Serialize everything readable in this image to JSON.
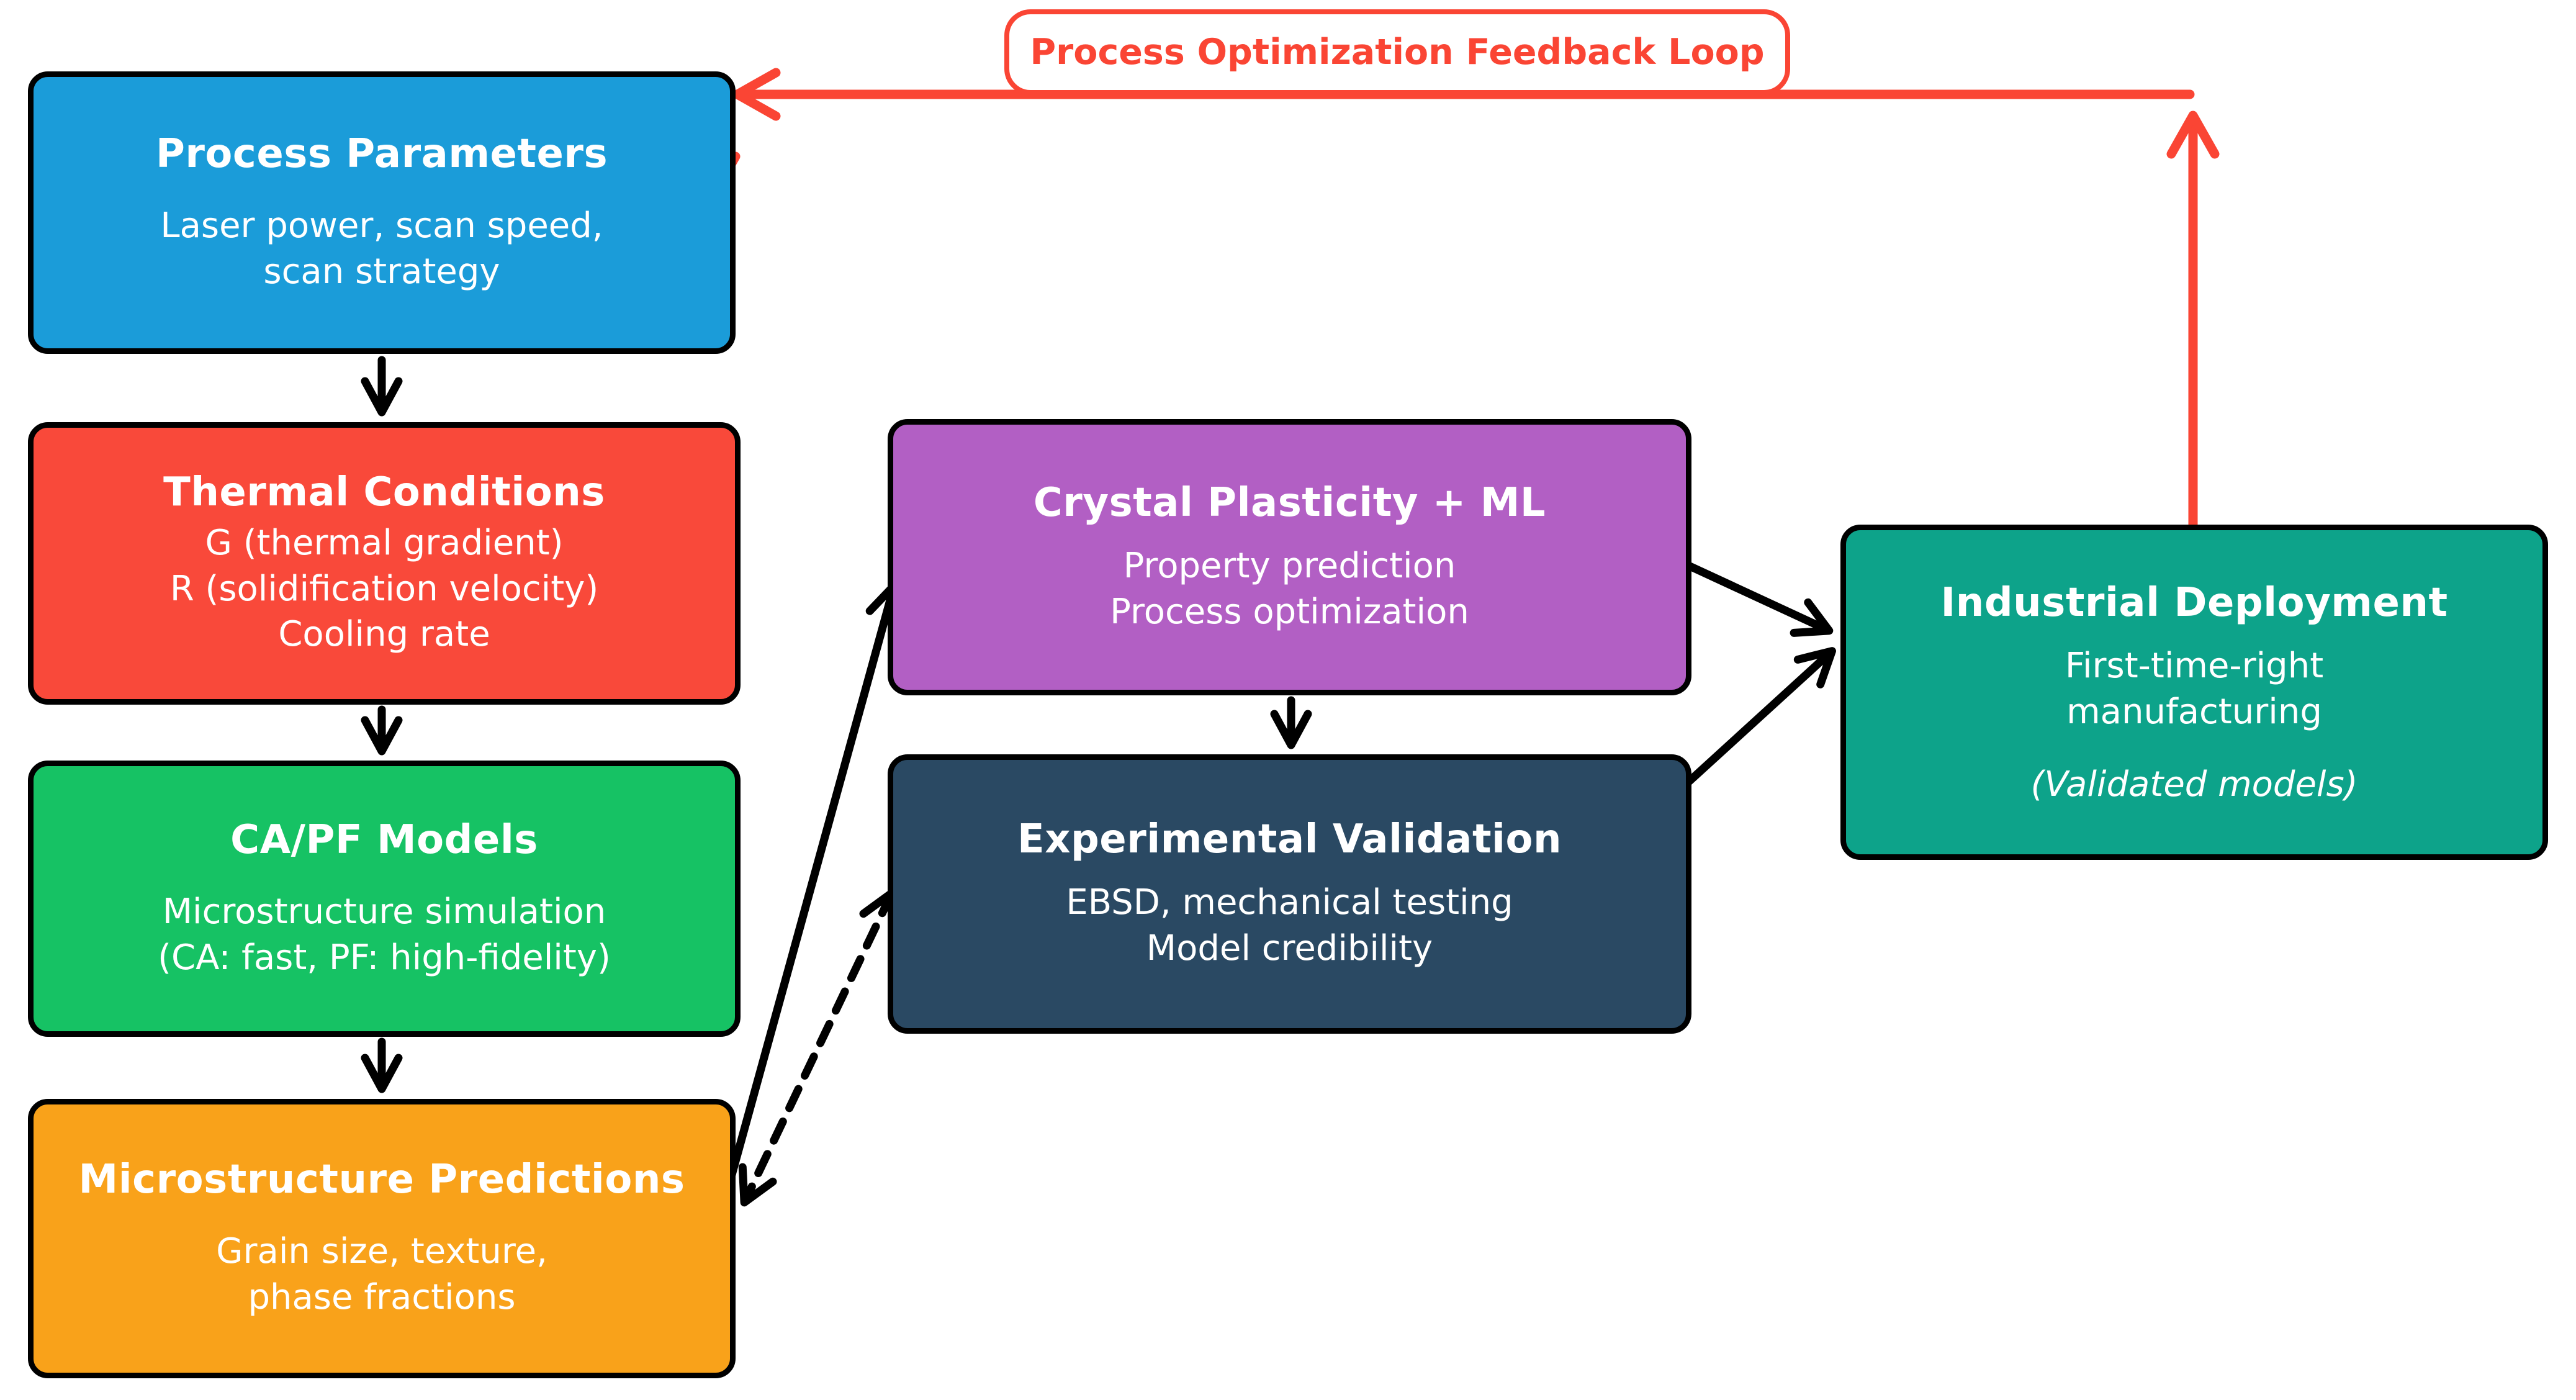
{
  "feedback": {
    "label": "Process Optimization Feedback Loop",
    "color": "#FA4534"
  },
  "boxes": {
    "process_parameters": {
      "title": "Process Parameters",
      "lines": [
        "Laser power, scan speed,",
        "scan strategy"
      ],
      "color": "#1B9CD9"
    },
    "thermal_conditions": {
      "title": "Thermal Conditions",
      "lines": [
        "G (thermal gradient)",
        "R (solidification velocity)",
        "Cooling rate"
      ],
      "color": "#F9493A"
    },
    "ca_pf_models": {
      "title": "CA/PF Models",
      "lines": [
        "Microstructure simulation",
        "(CA: fast, PF: high-fidelity)"
      ],
      "color": "#16C264"
    },
    "microstructure_predictions": {
      "title": "Microstructure Predictions",
      "lines": [
        "Grain size, texture,",
        "phase fractions"
      ],
      "color": "#F9A21A"
    },
    "crystal_plasticity_ml": {
      "title": "Crystal Plasticity + ML",
      "lines": [
        "Property prediction",
        "Process optimization"
      ],
      "color": "#B25FC4"
    },
    "experimental_validation": {
      "title": "Experimental Validation",
      "lines": [
        "EBSD, mechanical testing",
        "Model credibility"
      ],
      "color": "#2A4963"
    },
    "industrial_deployment": {
      "title": "Industrial Deployment",
      "lines": [
        "First-time-right",
        "manufacturing"
      ],
      "note": "(Validated models)",
      "color": "#0DA38A"
    }
  },
  "arrows": {
    "black_color": "#000000",
    "red_color": "#FA4534",
    "solid_flow": [
      "process->thermal",
      "thermal->capf",
      "capf->micro",
      "micro->crystal",
      "crystal->experimental",
      "crystal->industrial",
      "experimental->industrial"
    ],
    "dashed_flow": [
      "experimental<->micro"
    ],
    "red_flow": [
      "industrial->process (feedback loop)"
    ]
  }
}
